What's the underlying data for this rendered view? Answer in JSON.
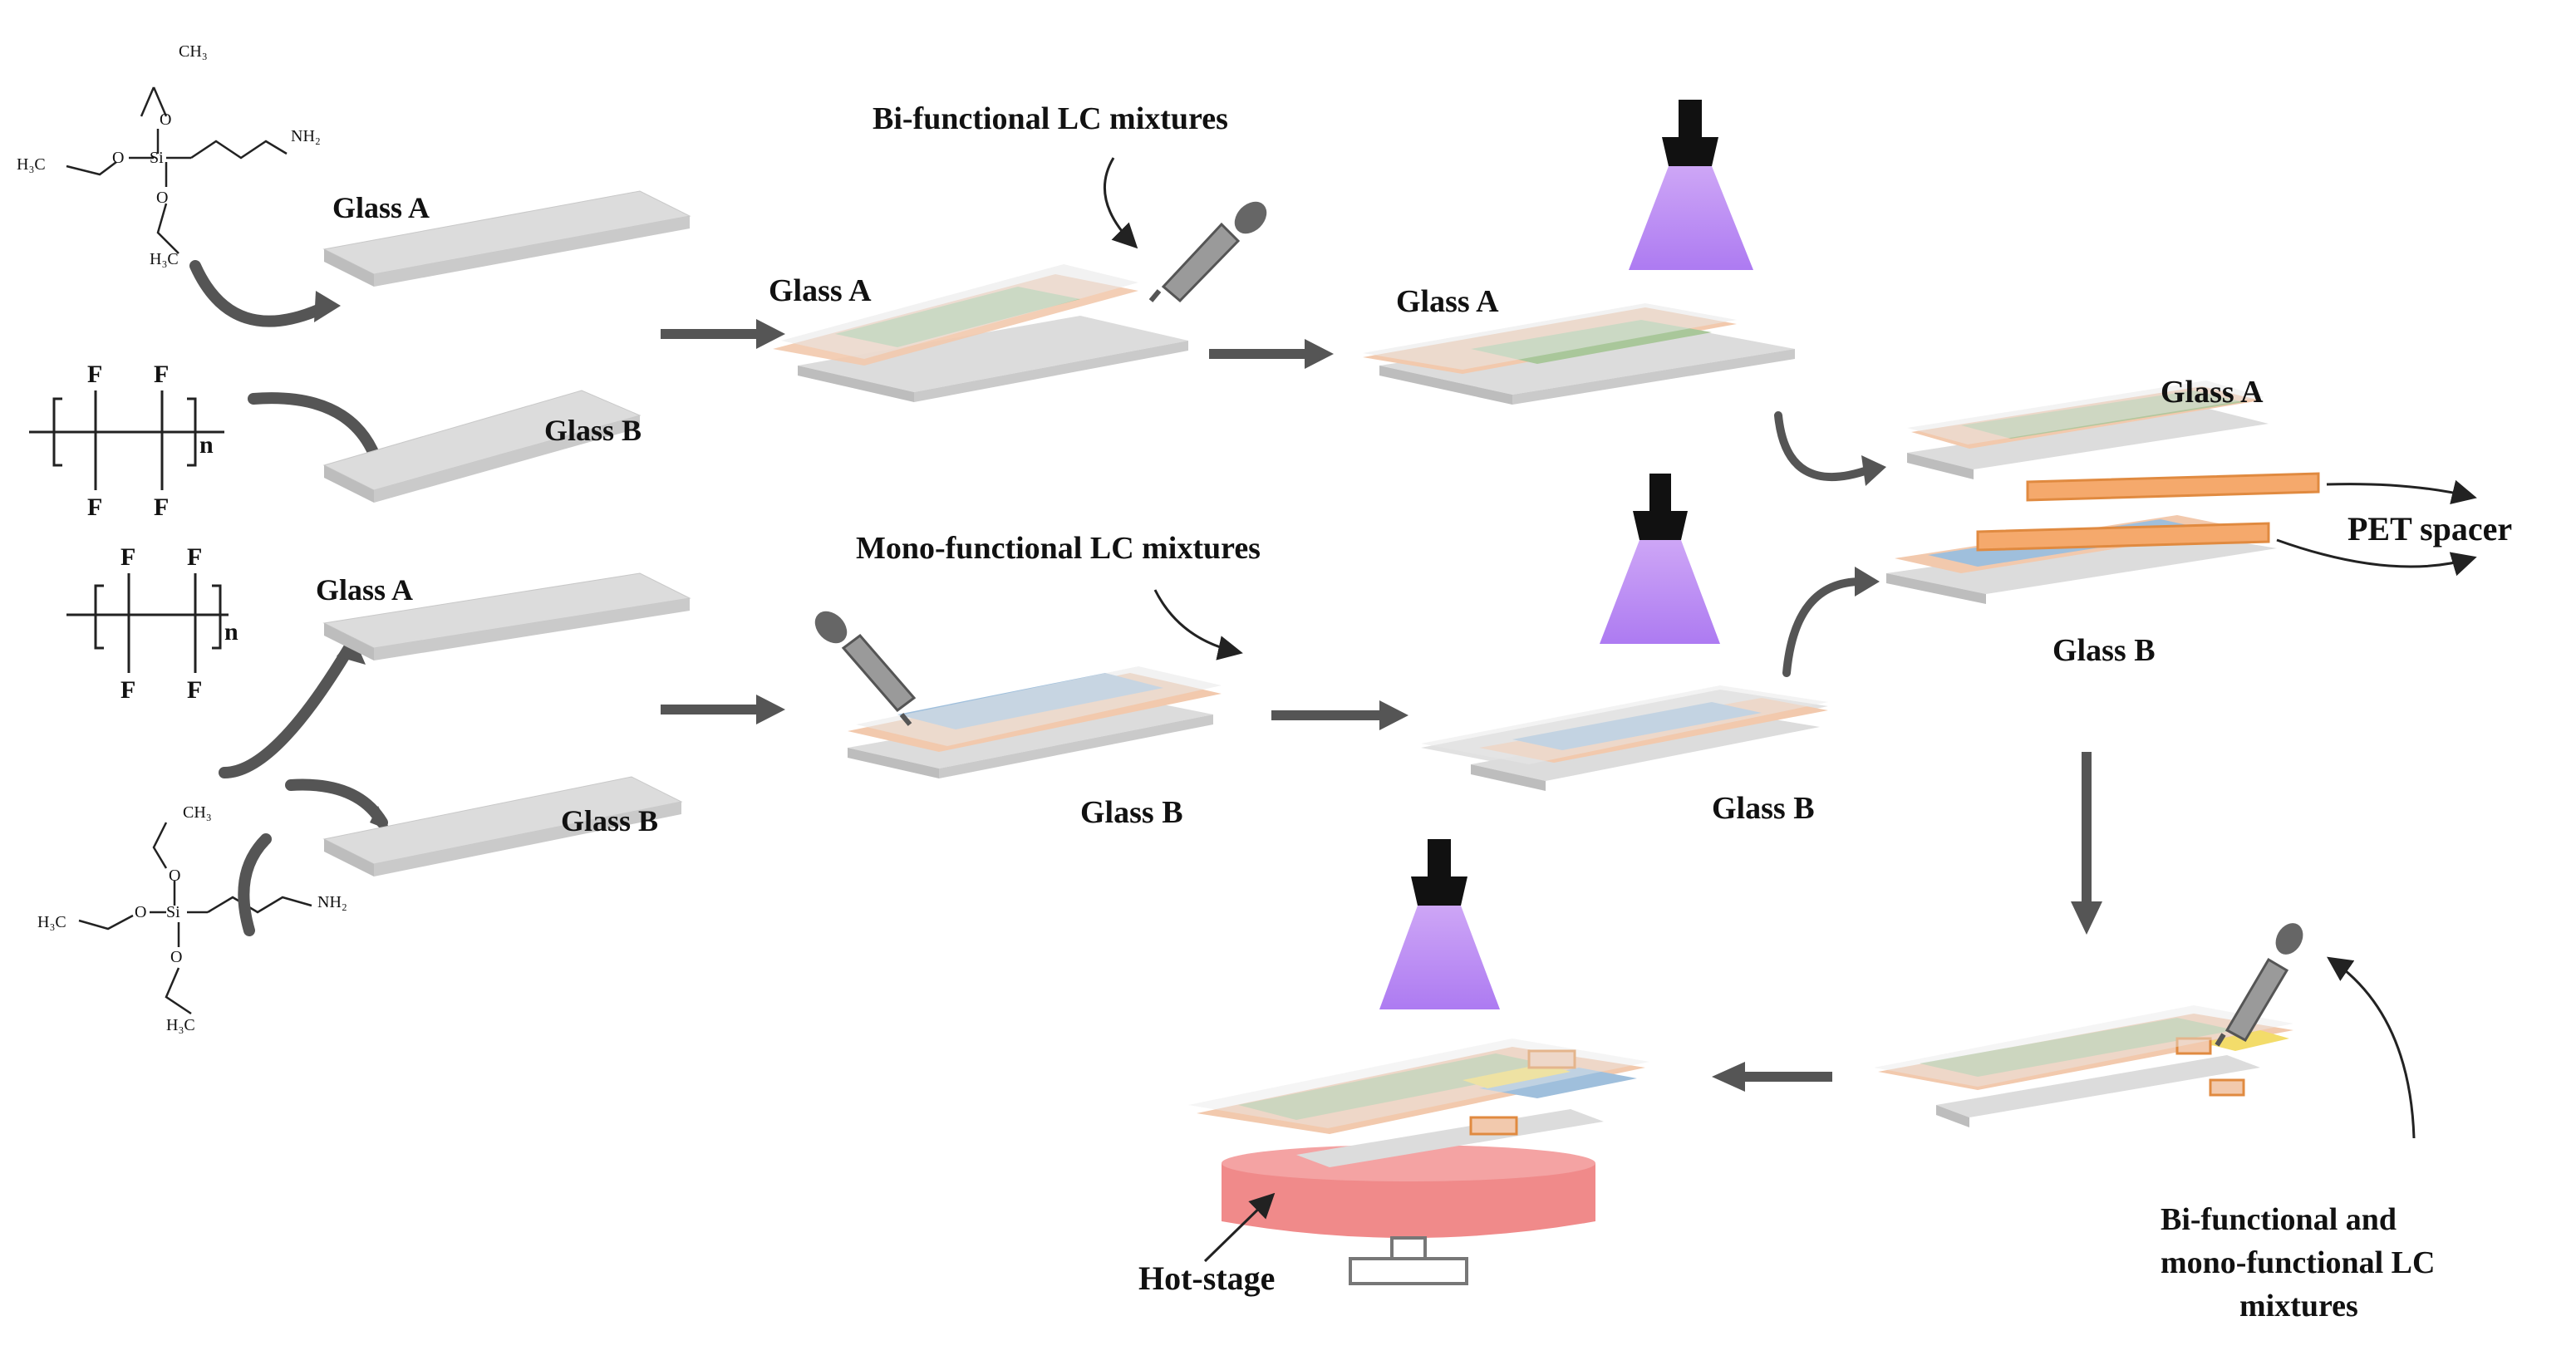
{
  "labels": {
    "glass_a": "Glass A",
    "glass_b": "Glass B",
    "bi_functional": "Bi-functional  LC mixtures",
    "mono_functional": "Mono-functional LC mixtures",
    "pet_spacer": "PET spacer",
    "hot_stage": "Hot-stage",
    "bi_mono_line1": "Bi-functional  and",
    "bi_mono_line2": "mono-functional LC",
    "bi_mono_line3": "mixtures"
  },
  "chem": {
    "ch3": "CH₃",
    "h3c": "H₃C",
    "nh2": "NH₂",
    "o": "O",
    "si": "Si",
    "f": "F",
    "n": "n"
  },
  "colors": {
    "glass_top": "#dcdcdc",
    "glass_side": "#bdbdbd",
    "film": "#f2c9ad",
    "green_lc": "#a9c79a",
    "blue_lc": "#9fbfdc",
    "yellow_lc": "#f3dc6a",
    "pet_orange": "#f5a96c",
    "uv_purple": "#b07af0",
    "hot_stage": "#f08a8a",
    "arrow": "#555555"
  }
}
